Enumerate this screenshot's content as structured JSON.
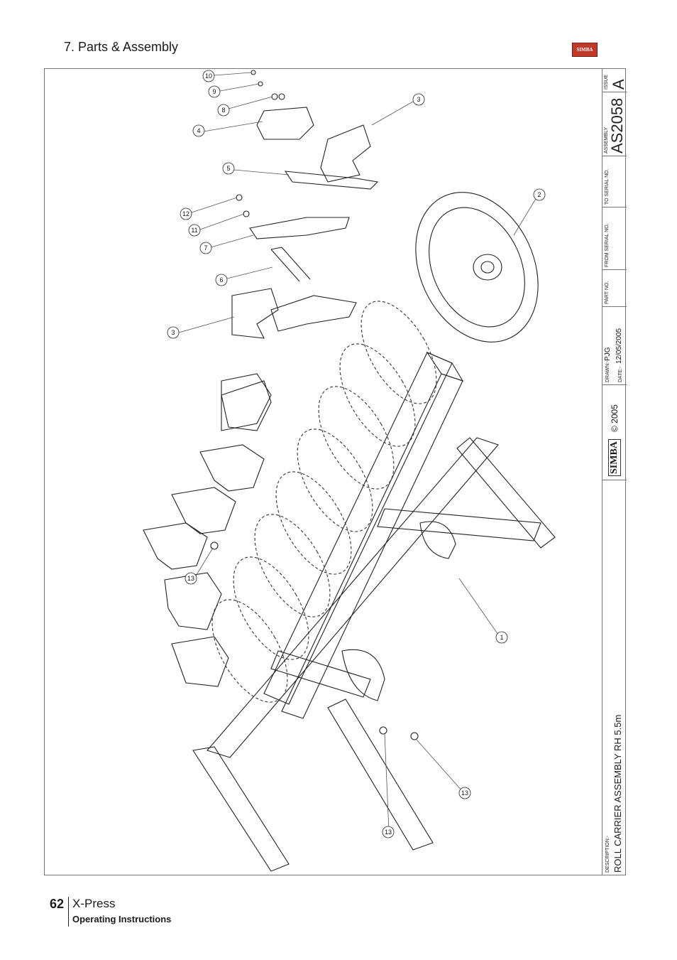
{
  "header": {
    "section_title": "7. Parts & Assembly",
    "brand_logo_text": "SIMBA"
  },
  "title_block": {
    "issue_label": "ISSUE",
    "issue_value": "A",
    "assembly_label": "ASSEMBLY",
    "assembly_value": "AS2058",
    "to_serial_label": "TO SERIAL NO.",
    "from_serial_label": "FROM SERIAL NO.",
    "part_no_label": "PART NO.",
    "drawn_label": "DRAWN:-",
    "drawn_value": "PJG",
    "date_label": "DATE:-",
    "date_value": "12/05/2005",
    "logo_text": "SIMBA",
    "copyright": "© 2005",
    "description_label": "DESCRIPTION:-",
    "description_value": "ROLL CARRIER ASSEMBLY RH 5.5m"
  },
  "callouts": [
    "10",
    "9",
    "8",
    "4",
    "5",
    "12",
    "11",
    "7",
    "6",
    "3",
    "3",
    "2",
    "1",
    "13",
    "13",
    "13"
  ],
  "footer": {
    "page_number": "62",
    "product": "X-Press",
    "subtitle": "Operating Instructions"
  }
}
